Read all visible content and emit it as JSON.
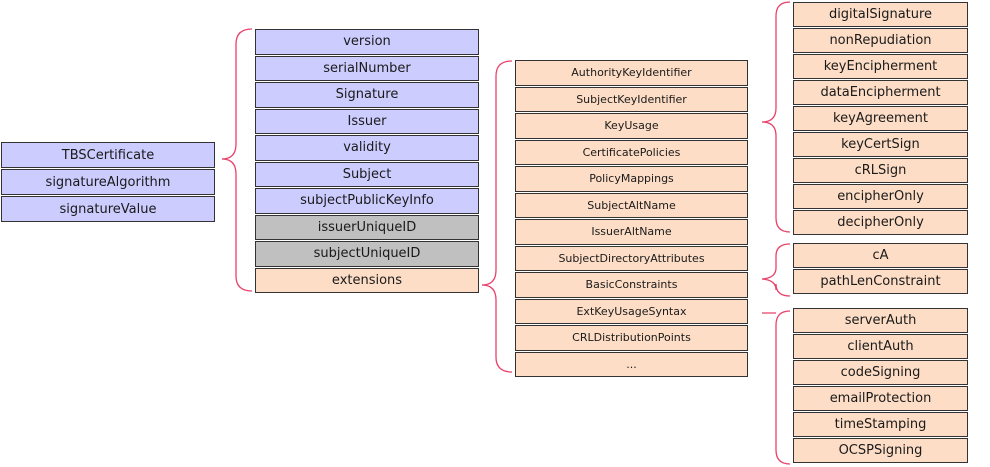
{
  "tbs_structure": [
    "TBSCertificate",
    "signatureAlgorithm",
    "signatureValue"
  ],
  "tbs_fields": {
    "blue": [
      "version",
      "serialNumber",
      "Signature",
      "Issuer",
      "validity",
      "Subject",
      "subjectPublicKeyInfo"
    ],
    "gray": [
      "issuerUniqueID",
      "subjectUniqueID"
    ],
    "peach": [
      "extensions"
    ]
  },
  "extensions": [
    "AuthorityKeyIdentifier",
    "SubjectKeyIdentifier",
    "KeyUsage",
    "CertificatePolicies",
    "PolicyMappings",
    "SubjectAltName",
    "IssuerAltName",
    "SubjectDirectoryAttributes",
    "BasicConstraints",
    "ExtKeyUsageSyntax",
    "CRLDistributionPoints",
    "..."
  ],
  "key_usage": [
    "digitalSignature",
    "nonRepudiation",
    "keyEncipherment",
    "dataEncipherment",
    "keyAgreement",
    "keyCertSign",
    "cRLSign",
    "encipherOnly",
    "decipherOnly"
  ],
  "basic_constraints": [
    "cA",
    "pathLenConstraint"
  ],
  "ext_key_usage": [
    "serverAuth",
    "clientAuth",
    "codeSigning",
    "emailProtection",
    "timeStamping",
    "OCSPSigning"
  ]
}
